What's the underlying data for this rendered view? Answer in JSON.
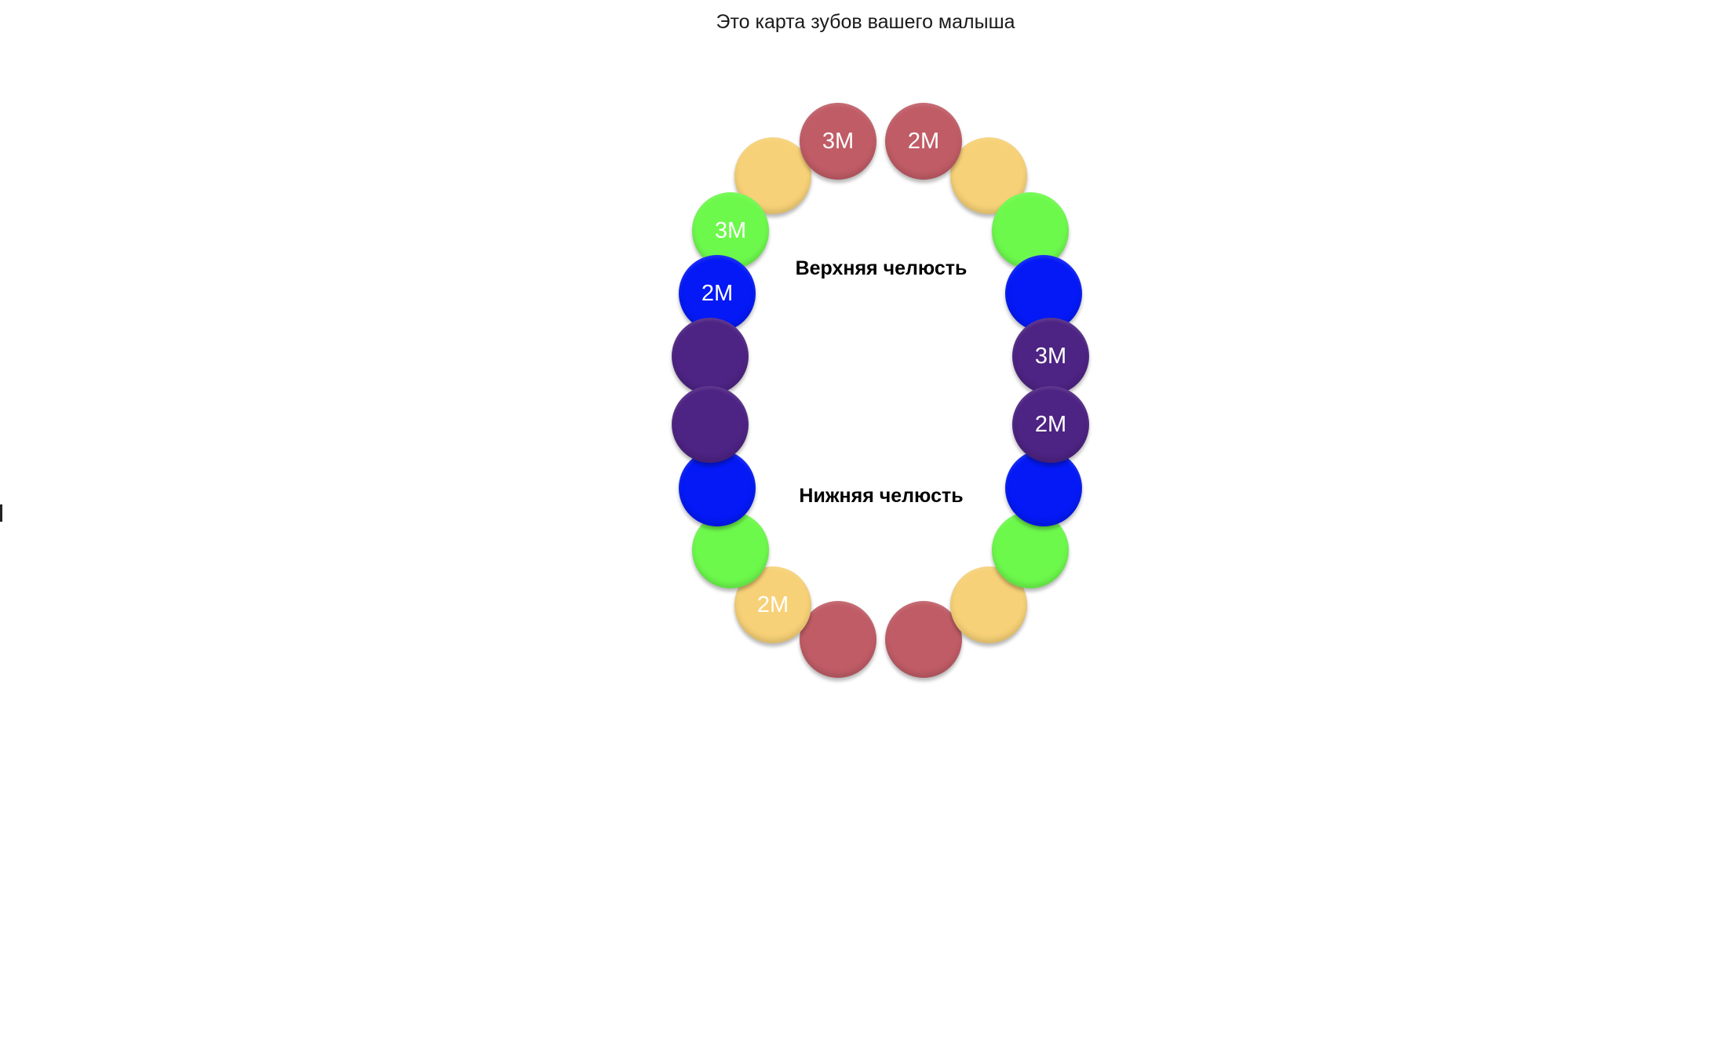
{
  "header": {
    "title": "Это карта зубов вашего малыша"
  },
  "jaws": {
    "upper_label": "Верхняя челюсть",
    "lower_label": "Нижняя челюсть"
  },
  "tooth_colors": {
    "central_incisor": "#c05c66",
    "lateral_incisor": "#f7d177",
    "canine": "#6df94c",
    "first_molar": "#0419f5",
    "second_molar": "#4d2383"
  },
  "teeth": {
    "upper_central_left": {
      "type": "central_incisor",
      "label": "3M"
    },
    "upper_central_right": {
      "type": "central_incisor",
      "label": "2M"
    },
    "upper_lateral_left": {
      "type": "lateral_incisor",
      "label": ""
    },
    "upper_lateral_right": {
      "type": "lateral_incisor",
      "label": ""
    },
    "upper_canine_left": {
      "type": "canine",
      "label": "3M"
    },
    "upper_canine_right": {
      "type": "canine",
      "label": ""
    },
    "upper_first_molar_left": {
      "type": "first_molar",
      "label": "2M"
    },
    "upper_first_molar_right": {
      "type": "first_molar",
      "label": ""
    },
    "upper_second_molar_left": {
      "type": "second_molar",
      "label": ""
    },
    "upper_second_molar_right": {
      "type": "second_molar",
      "label": "3M"
    },
    "lower_second_molar_left": {
      "type": "second_molar",
      "label": ""
    },
    "lower_second_molar_right": {
      "type": "second_molar",
      "label": "2M"
    },
    "lower_first_molar_left": {
      "type": "first_molar",
      "label": ""
    },
    "lower_first_molar_right": {
      "type": "first_molar",
      "label": ""
    },
    "lower_canine_left": {
      "type": "canine",
      "label": ""
    },
    "lower_canine_right": {
      "type": "canine",
      "label": ""
    },
    "lower_lateral_left": {
      "type": "lateral_incisor",
      "label": "2M"
    },
    "lower_lateral_right": {
      "type": "lateral_incisor",
      "label": ""
    },
    "lower_central_left": {
      "type": "central_incisor",
      "label": ""
    },
    "lower_central_right": {
      "type": "central_incisor",
      "label": ""
    }
  }
}
